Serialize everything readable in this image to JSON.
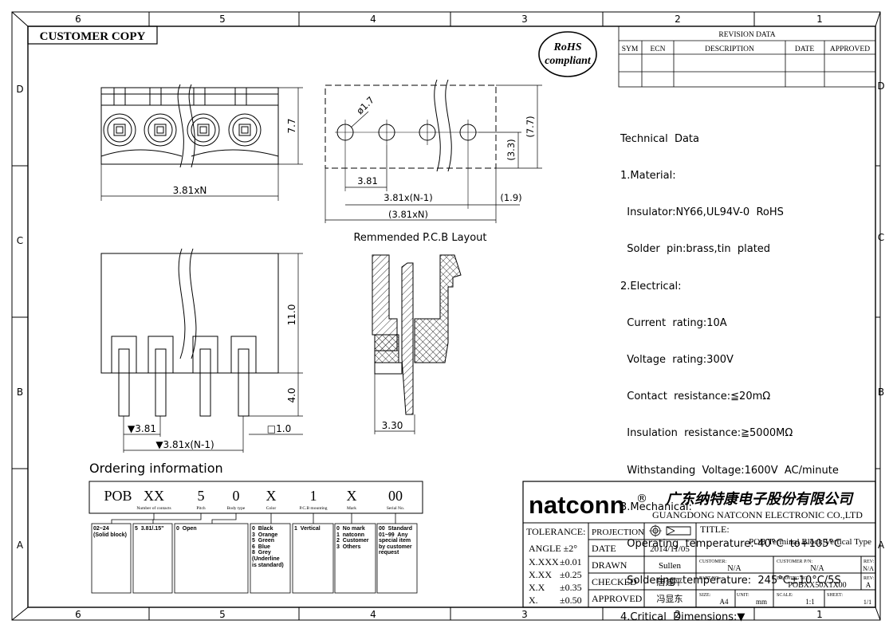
{
  "frame": {
    "columns": [
      "6",
      "5",
      "4",
      "3",
      "2",
      "1"
    ],
    "rows": [
      "D",
      "C",
      "B",
      "A"
    ]
  },
  "customer_copy": "CUSTOMER COPY",
  "rohs": [
    "RoHS",
    "compliant"
  ],
  "revision": {
    "title": "REVISION DATA",
    "headers": [
      "SYM",
      "ECN",
      "DESCRIPTION",
      "DATE",
      "APPROVED"
    ]
  },
  "front_view": {
    "width_label": "3.81xN",
    "height_label": "7.7"
  },
  "pcb_layout": {
    "hole_label": "ø1.7",
    "pitch_label": "3.81",
    "span_label": "3.81x(N-1)",
    "edge_label": "(1.9)",
    "total_label": "(3.81xN)",
    "height_label": "(7.7)",
    "offset_label": "(3.3)",
    "caption": "Remmended P.C.B Layout"
  },
  "side_view": {
    "body_height": "11.0",
    "pin_length": "4.0",
    "pitch_label": "▼3.81",
    "span_label": "▼3.81x(N-1)",
    "pin_size": "□1.0"
  },
  "section_view": {
    "width_label": "3.30"
  },
  "technical": [
    "Technical  Data",
    "1.Material:",
    "  Insulator:NY66,UL94V-0  RoHS",
    "  Solder  pin:brass,tin  plated",
    "2.Electrical:",
    "  Current  rating:10A",
    "  Voltage  rating:300V",
    "  Contact  resistance:≦20mΩ",
    "  Insulation  resistance:≧5000MΩ",
    "  Withstanding  Voltage:1600V  AC/minute",
    "3.Mechanical:",
    "  Operating  temperature:-40°C  to+105°C",
    "  Soldering  temperature:  245°C±10°C/5S",
    "4.Critical  Dimensions:▼"
  ],
  "ordering": {
    "title": "Ordering  information",
    "code": [
      "POB",
      "XX",
      "5",
      "0",
      "X",
      "1",
      "X",
      "00"
    ],
    "fields": [
      "Number of contacts",
      "Pitch",
      "Body type",
      "Color",
      "P.C.B mounting",
      "Mark",
      "Serial No."
    ],
    "options": [
      "02~24\n(Solid block)",
      "5  3.81/.15\"",
      "0  Open",
      "0  Black\n3  Orange\n5  Green\n6  Blue\n8  Grey\n(Underline\nis standard)",
      "1  Vertical",
      "0  No mark\n1  natconn\n2  Customer\n3  Others",
      "00  Standard\n01~99  Any\nspecial item\nby customer\nrequest"
    ]
  },
  "title_block": {
    "brand": "natconn",
    "registered": "®",
    "company_cn": "广东纳特康电子股份有限公司",
    "company_en": "GUANGDONG NATCONN ELECTRONIC CO.,LTD",
    "tolerance_title": "TOLERANCE:",
    "tolerances": [
      [
        "ANGLE ±2°",
        ""
      ],
      [
        "X.XXX",
        "±0.01"
      ],
      [
        "X.XX",
        "±0.25"
      ],
      [
        "X.X",
        "±0.35"
      ],
      [
        "X.",
        "±0.50"
      ]
    ],
    "projection": "PROJECTION",
    "date_label": "DATE",
    "date_value": "2014/11/05",
    "drawn_label": "DRAWN",
    "drawn_value": "Sullen",
    "checked_label": "CHECKED",
    "checked_value": "唐建平",
    "approved_label": "APPROVED",
    "approved_value": "冯显东",
    "title_label": "TITLE:",
    "title_value": "POB  Terminal Block,Vertical Type",
    "rev_label": "REV:",
    "rev_top": "N/A",
    "customer_label": "CUSTOMER:",
    "customer_value": "N/A",
    "customer_pn_label": "CUSTOMER P/N:",
    "customer_pn_value": "N/A",
    "rev2_value": "N/A",
    "part_no_label": "PART NO.:",
    "drawing_no_label": "DRAWING NO.:",
    "drawing_no_value": "POBXX50X1X00",
    "rev3_value": "A",
    "size_label": "SIZE:",
    "size_value": "A4",
    "unit_label": "UNIT:",
    "unit_value": "mm",
    "scale_label": "SCALE:",
    "scale_value": "1:1",
    "sheet_label": "SHEET:",
    "sheet_value": "1/1"
  }
}
